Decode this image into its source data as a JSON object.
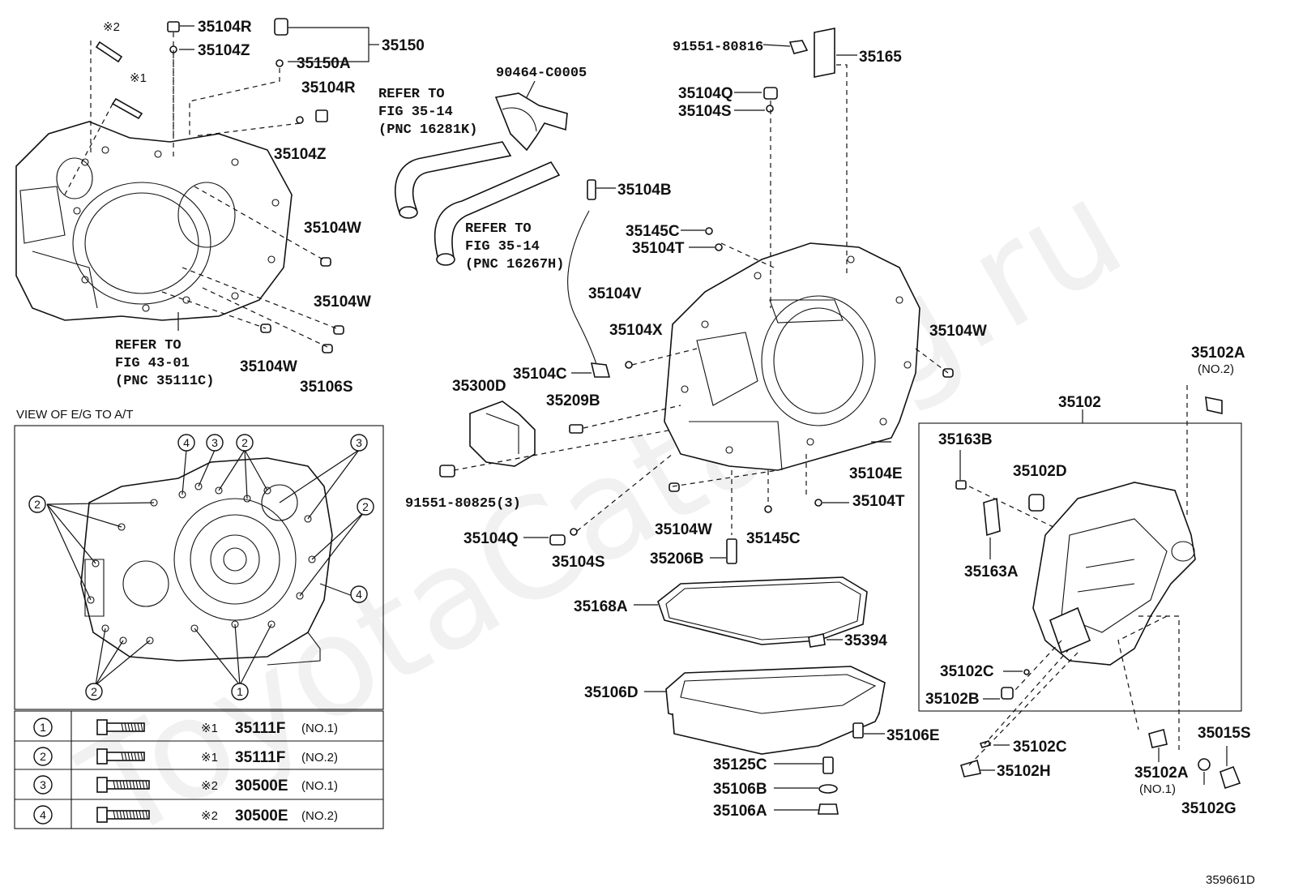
{
  "diagram": {
    "id_code": "359661D",
    "watermark": "ToyotaCatalog.ru",
    "labels": {
      "l35104R_top": "35104R",
      "l35104Z_top": "35104Z",
      "l35150": "35150",
      "l35150A": "35150A",
      "l35104R_mid": "35104R",
      "l35104Z_mid": "35104Z",
      "mark2_top": "※2",
      "mark1_top": "※1",
      "l35104W_a": "35104W",
      "l35104W_b": "35104W",
      "l35104W_c": "35104W",
      "l35106S": "35106S",
      "refer1_line1": "REFER TO",
      "refer1_line2": "FIG 43-01",
      "refer1_line3": "(PNC 35111C)",
      "refer2_line1": "REFER TO",
      "refer2_line2": "FIG 35-14",
      "refer2_line3": "(PNC 16281K)",
      "refer3_line1": "REFER TO",
      "refer3_line2": "FIG 35-14",
      "refer3_line3": "(PNC 16267H)",
      "l90464": "90464-C0005",
      "l91551_80816": "91551-80816",
      "l35165": "35165",
      "l35104Q_top": "35104Q",
      "l35104S_top": "35104S",
      "l35104B": "35104B",
      "l35145C_top": "35145C",
      "l35104T_top": "35104T",
      "l35104V": "35104V",
      "l35104X": "35104X",
      "l35104W_right": "35104W",
      "l35104C": "35104C",
      "l35300D": "35300D",
      "l35209B": "35209B",
      "l91551_80825": "91551-80825(3)",
      "l35104E": "35104E",
      "l35104T_bot": "35104T",
      "l35104Q_bot": "35104Q",
      "l35104S_bot": "35104S",
      "l35104W_bot": "35104W",
      "l35145C_bot": "35145C",
      "l35206B": "35206B",
      "l35168A": "35168A",
      "l35394": "35394",
      "l35106D": "35106D",
      "l35106E": "35106E",
      "l35125C": "35125C",
      "l35106B": "35106B",
      "l35106A": "35106A",
      "l35102A_top": "35102A",
      "l35102A_top_sub": "(NO.2)",
      "l35102": "35102",
      "l35163B": "35163B",
      "l35102D": "35102D",
      "l35163A": "35163A",
      "l35102C_a": "35102C",
      "l35102B": "35102B",
      "l35102C_b": "35102C",
      "l35102H": "35102H",
      "l35102A_bot": "35102A",
      "l35102A_bot_sub": "(NO.1)",
      "l35015S": "35015S",
      "l35102G": "35102G"
    },
    "inset": {
      "title": "VIEW OF E/G TO A/T",
      "callouts": [
        "1",
        "2",
        "3",
        "4"
      ]
    },
    "bolt_table": [
      {
        "num": "1",
        "mark": "※1",
        "part": "35111F",
        "note": "(NO.1)"
      },
      {
        "num": "2",
        "mark": "※1",
        "part": "35111F",
        "note": "(NO.2)"
      },
      {
        "num": "3",
        "mark": "※2",
        "part": "30500E",
        "note": "(NO.1)"
      },
      {
        "num": "4",
        "mark": "※2",
        "part": "30500E",
        "note": "(NO.2)"
      }
    ]
  }
}
